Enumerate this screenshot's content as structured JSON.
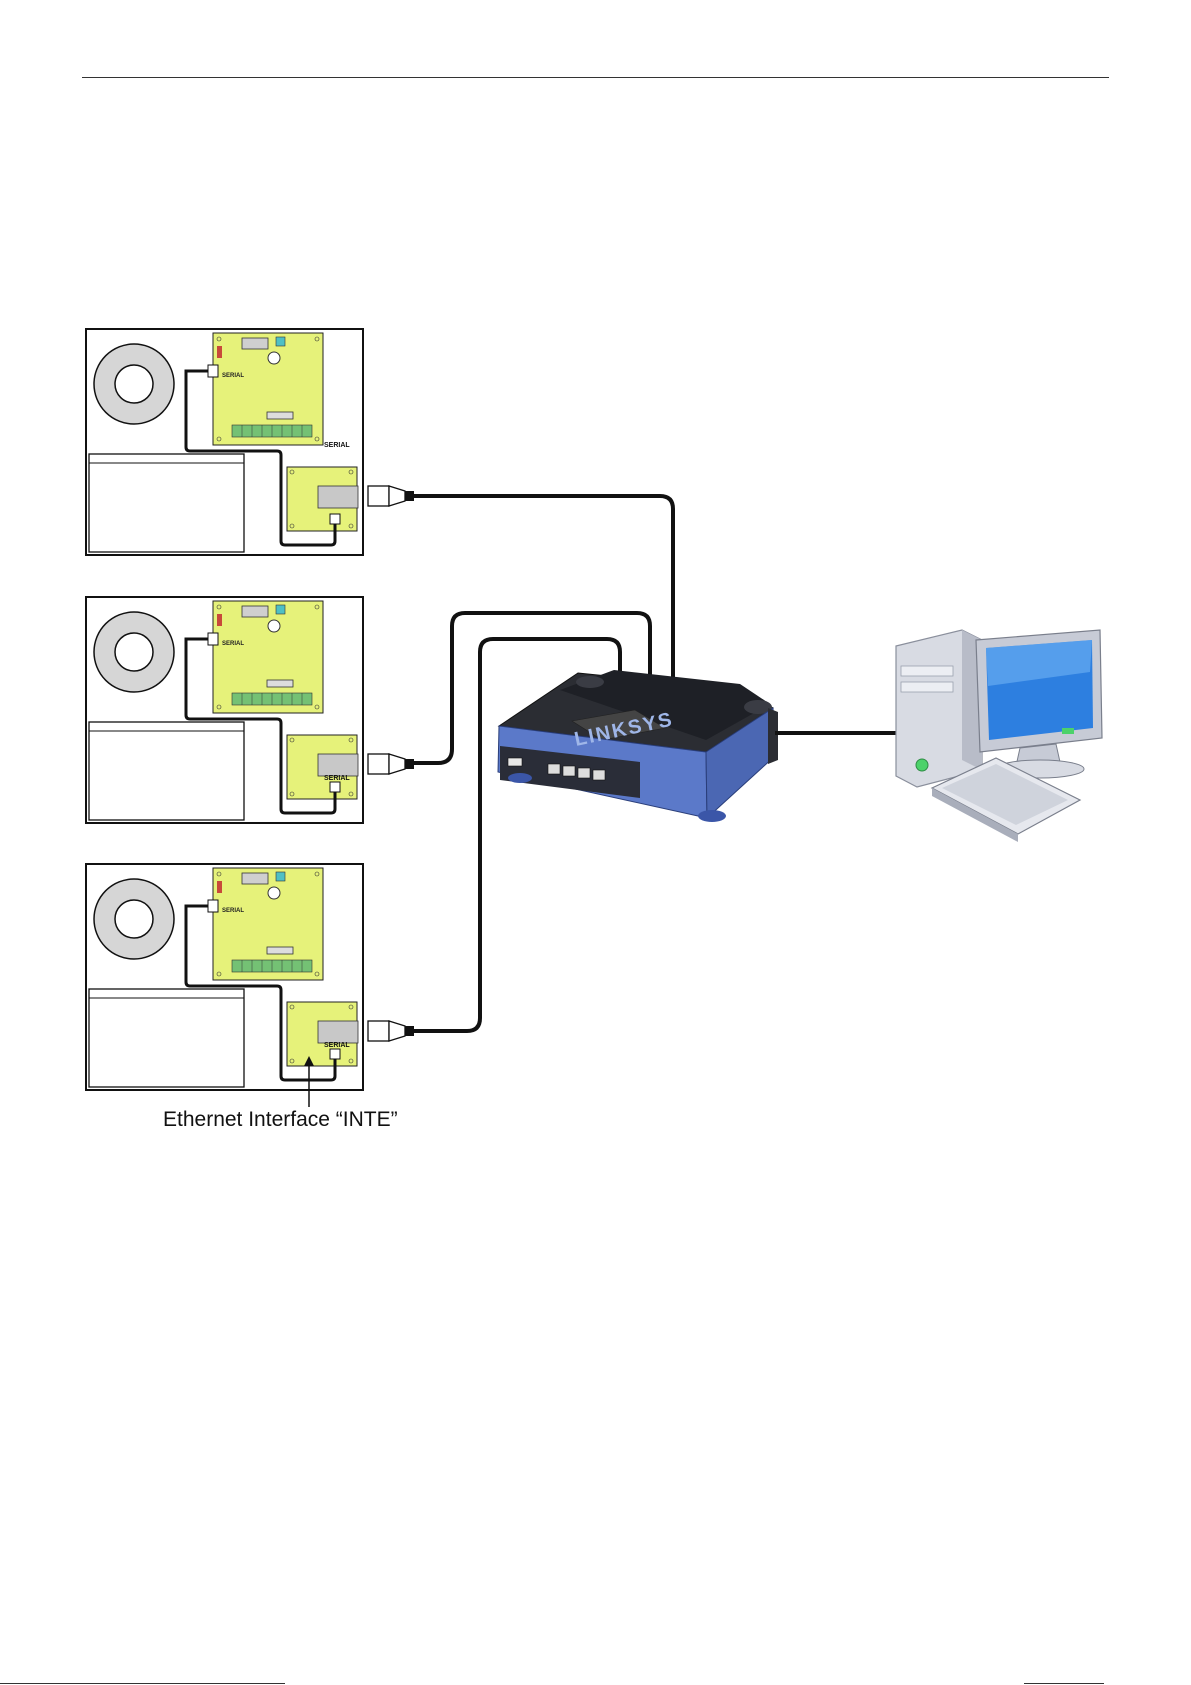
{
  "diagram": {
    "caption": "Ethernet Interface “INTE”",
    "serial_label": "SERIAL",
    "router_brand": "LINKSYS",
    "modules": [
      {
        "id": "module-1"
      },
      {
        "id": "module-2"
      },
      {
        "id": "module-3"
      }
    ],
    "colors": {
      "pcb": "#e6f27a",
      "router_body": "#5b79c9",
      "router_top": "#2b2d33",
      "cable": "#111111",
      "computer_case": "#d8dbe3",
      "screen": "#2d7fe0"
    }
  }
}
